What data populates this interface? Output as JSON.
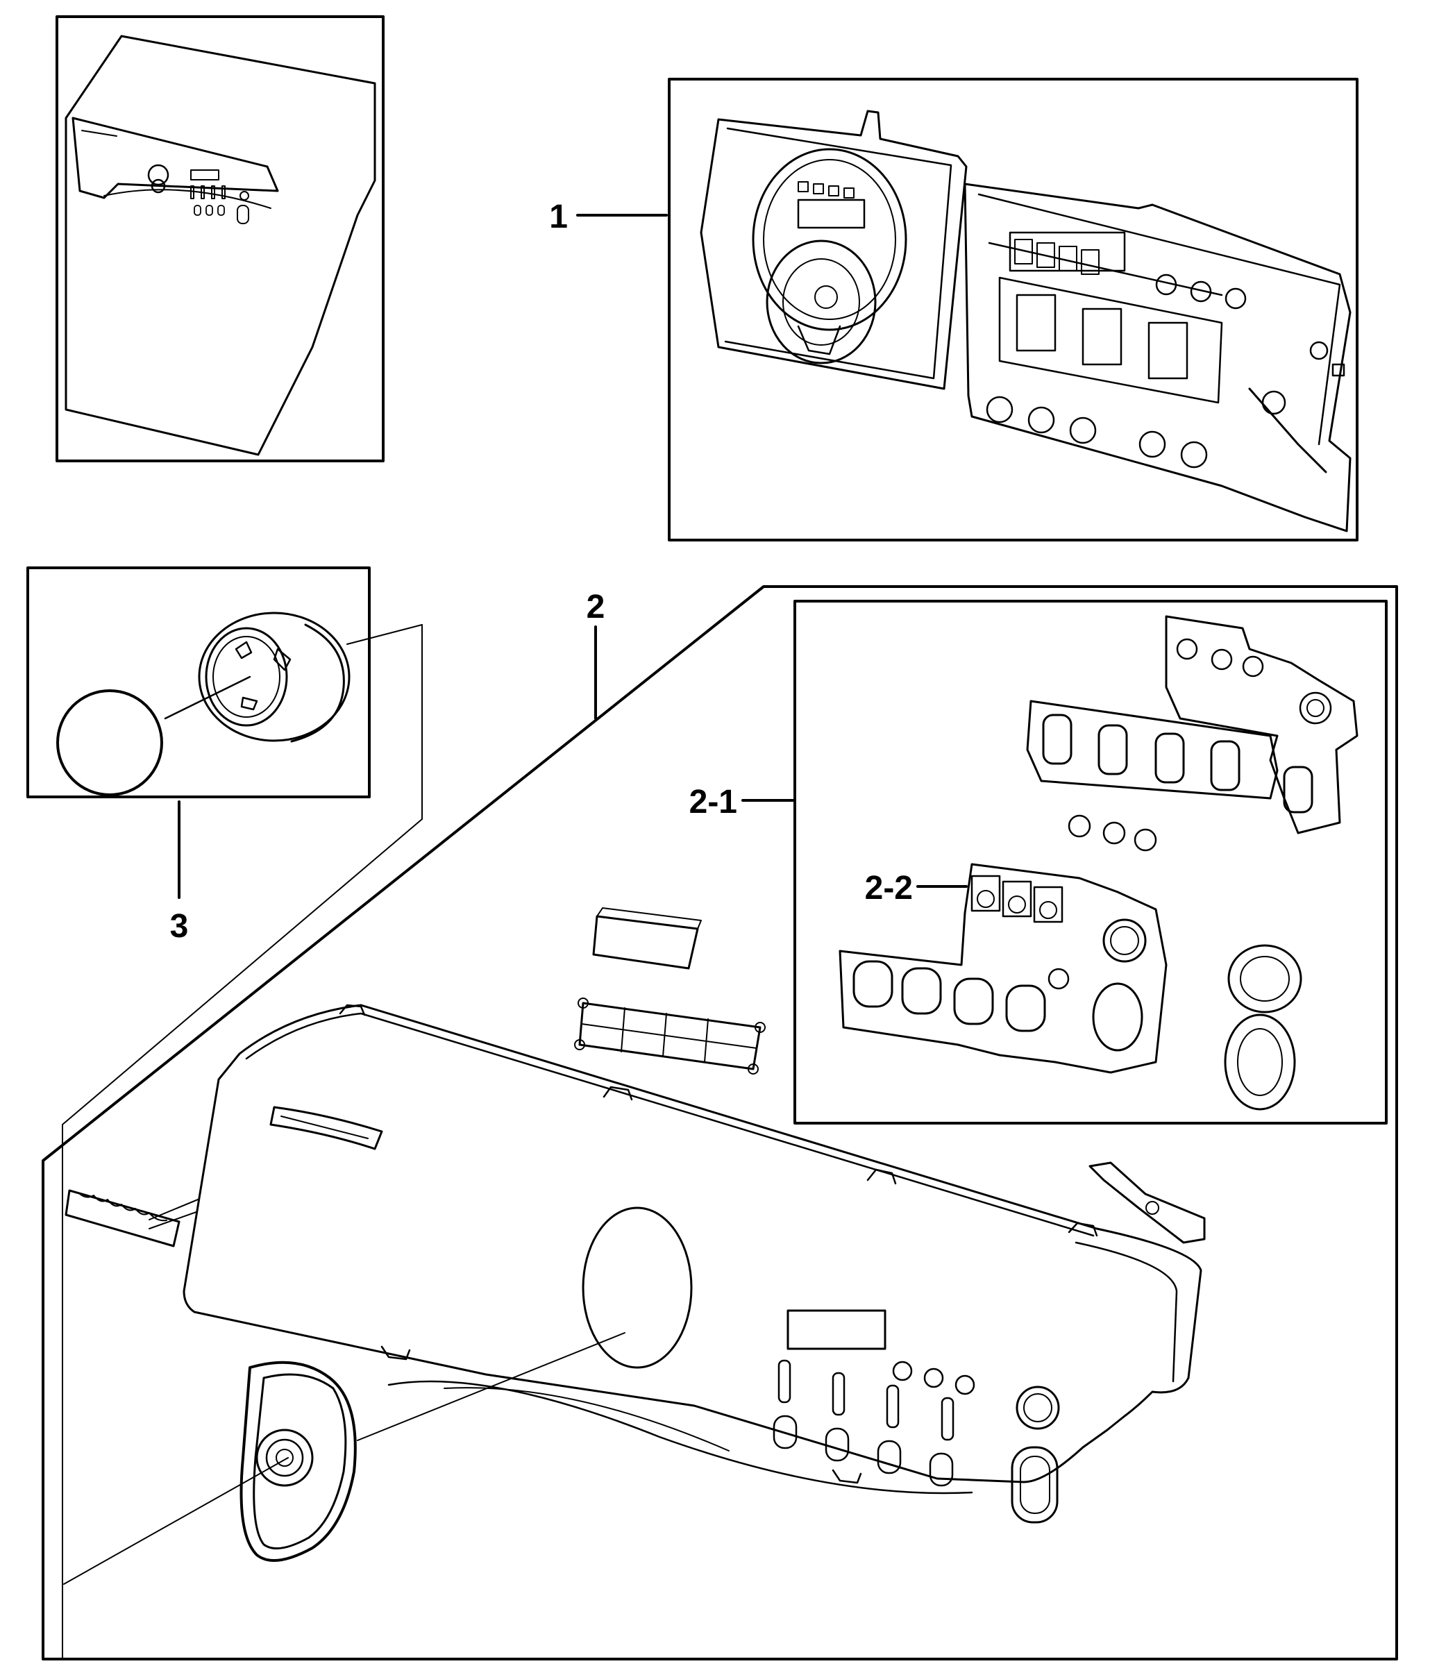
{
  "callouts": {
    "item_1": "1",
    "item_2": "2",
    "item_2_1": "2-1",
    "item_2_2": "2-2",
    "item_3": "3"
  },
  "colors": {
    "ink": "#000000",
    "paper": "#ffffff"
  },
  "icons": [
    "washer-icon",
    "pcb-assembly-icon",
    "knob-icon",
    "control-panel-icon"
  ]
}
